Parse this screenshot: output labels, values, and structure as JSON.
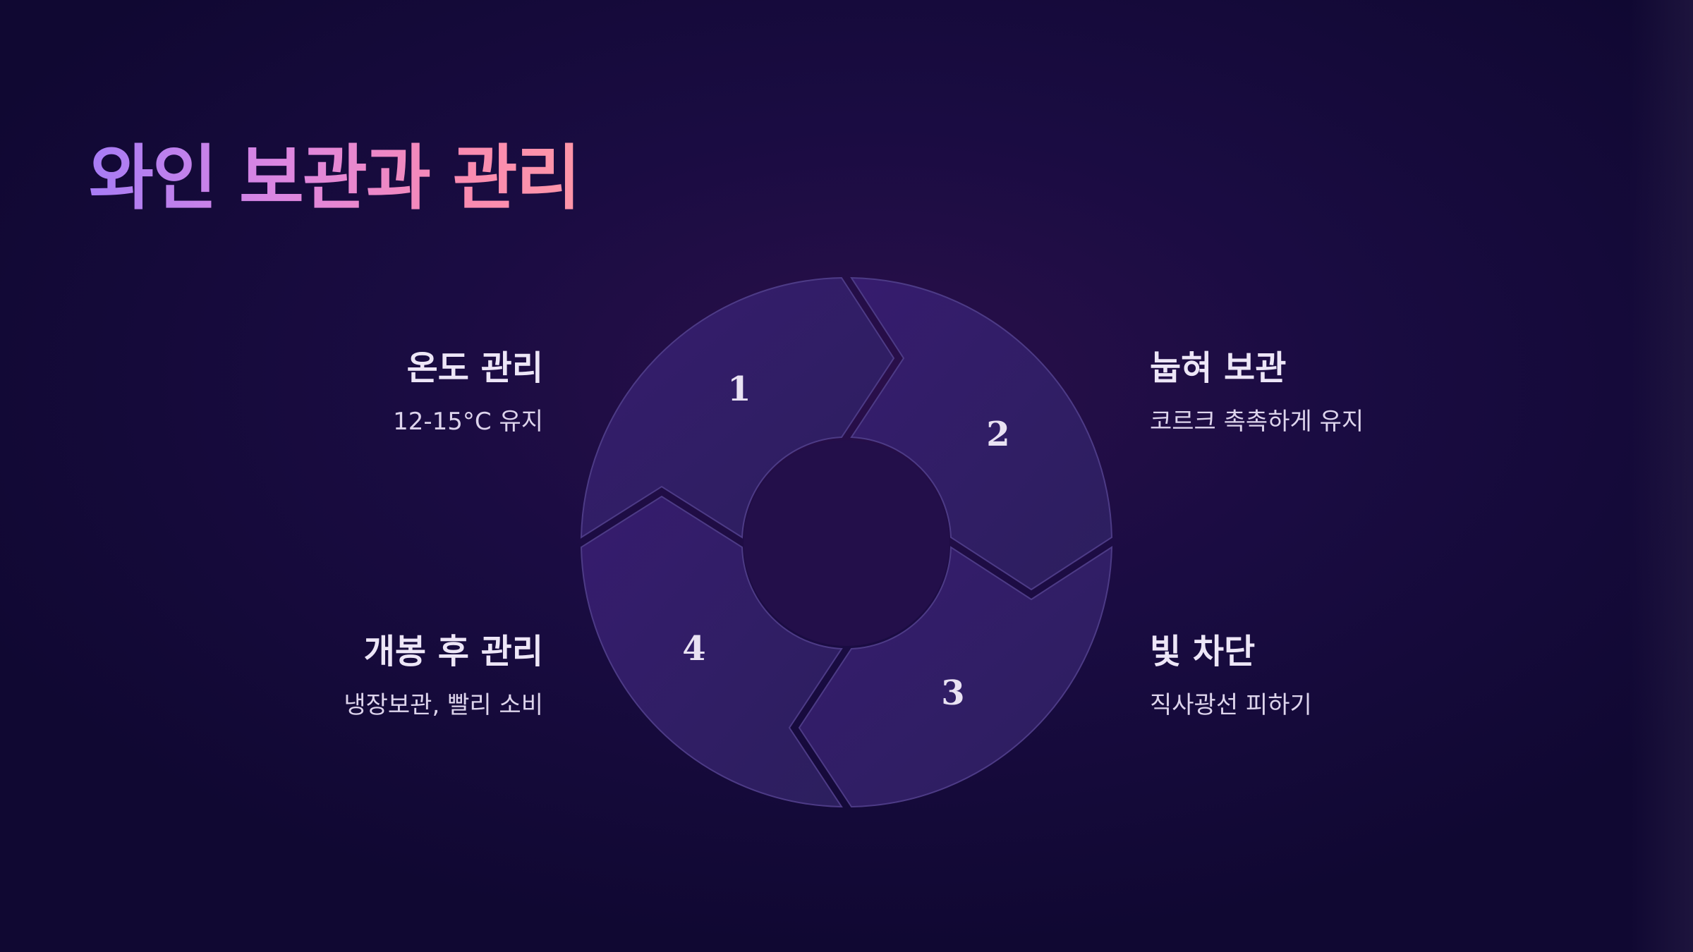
{
  "title": "와인 보관과 관리",
  "segments": [
    {
      "number": "1",
      "title": "온도 관리",
      "description": "12-15°C 유지"
    },
    {
      "number": "2",
      "title": "눕혀 보관",
      "description": "코르크 촉촉하게 유지"
    },
    {
      "number": "3",
      "title": "빛 차단",
      "description": "직사광선 피하기"
    },
    {
      "number": "4",
      "title": "개봉 후 관리",
      "description": "냉장보관, 빨리 소비"
    }
  ],
  "colors": {
    "background": "#150b3d",
    "segment_fill": "#2f1f63",
    "segment_stroke": "#4d3b86",
    "center_fill": "#230f4a",
    "title_gradient": [
      "#a67cf5",
      "#dd86e1",
      "#ff96a8"
    ]
  }
}
